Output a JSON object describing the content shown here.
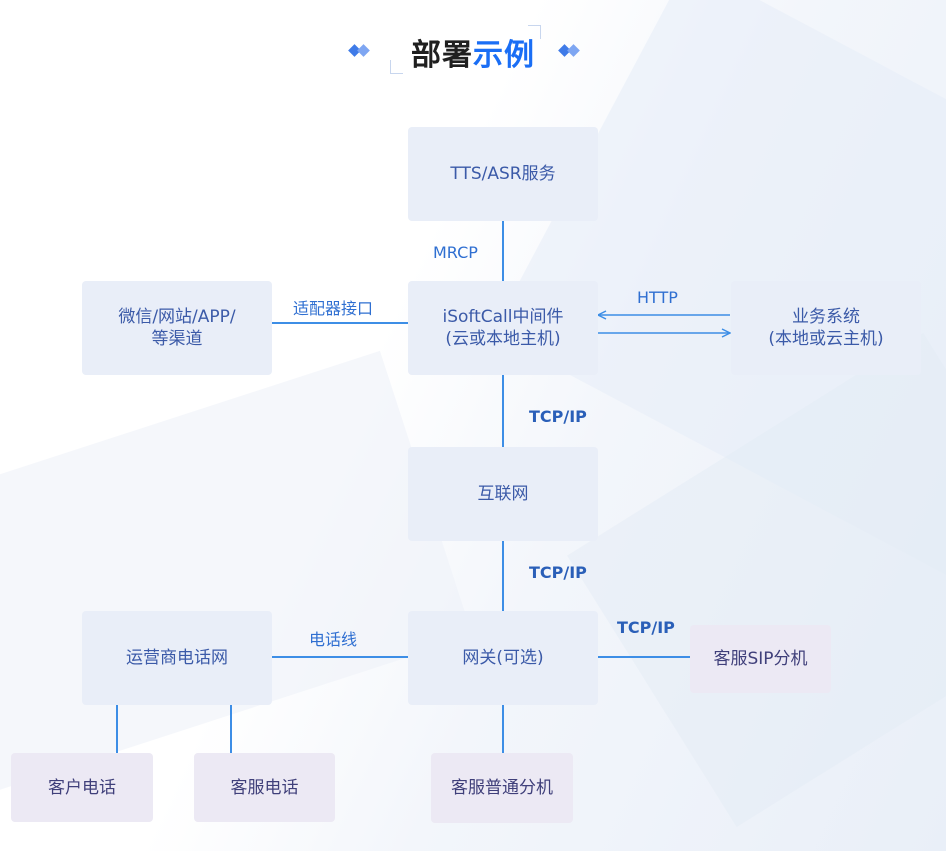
{
  "title": {
    "part1": "部署",
    "part2": "示例"
  },
  "nodes": {
    "tts": "TTS/ASR服务",
    "channels_line1": "微信/网站/APP/",
    "channels_line2": "等渠道",
    "middleware_line1": "iSoftCall中间件",
    "middleware_line2": "(云或本地主机)",
    "business_line1": "业务系统",
    "business_line2": "(本地或云主机)",
    "internet": "互联网",
    "carrier": "运营商电话网",
    "gateway": "网关(可选)",
    "sip": "客服SIP分机",
    "customer_phone": "客户电话",
    "service_phone": "客服电话",
    "ordinary_ext": "客服普通分机"
  },
  "labels": {
    "mrcp": "MRCP",
    "adapter": "适配器接口",
    "http": "HTTP",
    "tcpip_1": "TCP/IP",
    "tcpip_2": "TCP/IP",
    "tcpip_3": "TCP/IP",
    "phone_line": "电话线"
  },
  "colors": {
    "accent": "#1a6ef5",
    "line": "#3d8ee6",
    "node_bg": "#e9eef8",
    "node_text": "#3b5aa8"
  }
}
